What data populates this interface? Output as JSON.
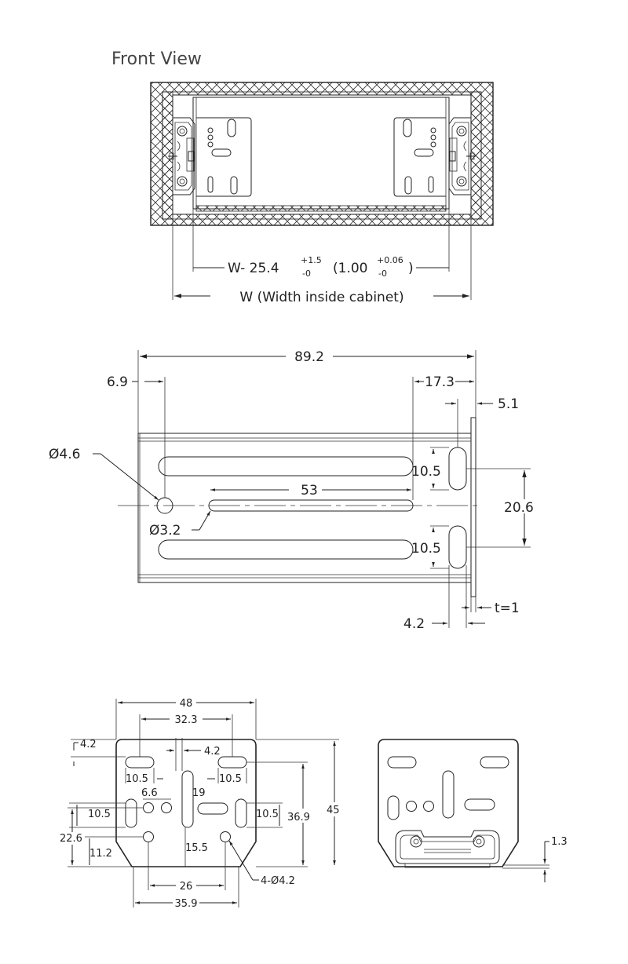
{
  "front_view": {
    "title": "Front View",
    "inner_dim": {
      "prefix": "W- 25.4",
      "sup": "+1.5",
      "sub": "-0",
      "paren_open": "(1.00",
      "paren_sup": "+0.06",
      "paren_sub": "-0",
      "paren_close": ")"
    },
    "outer_dim": "W (Width inside cabinet)"
  },
  "side_view": {
    "overall_length": "89.2",
    "hole_offset": "6.9",
    "end_offset": "17.3",
    "flange_offset": "5.1",
    "hole_large": "Ø4.6",
    "hole_small": "Ø3.2",
    "slot_length": "53",
    "slot_upper": "10.5",
    "slot_lower": "10.5",
    "slot_spacing": "20.6",
    "bottom_offset": "4.2",
    "thickness": "t=1"
  },
  "bracket_view": {
    "width": "48",
    "slot_span": "32.3",
    "top_left": "4.2",
    "top_mid": "4.2",
    "slot_left": "10.5",
    "slot_right": "10.5",
    "hole_spacing": "6.6",
    "center_slot": "19",
    "side_left": "10.5",
    "side_right": "10.5",
    "height_inner": "36.9",
    "height_total": "45",
    "height_lower": "22.6",
    "bottom_hole": "11.2",
    "center_offset": "15.5",
    "bottom_span": "26",
    "bottom_width": "35.9",
    "holes": "4-Ø4.2"
  },
  "assembled_view": {
    "gap": "1.3"
  }
}
